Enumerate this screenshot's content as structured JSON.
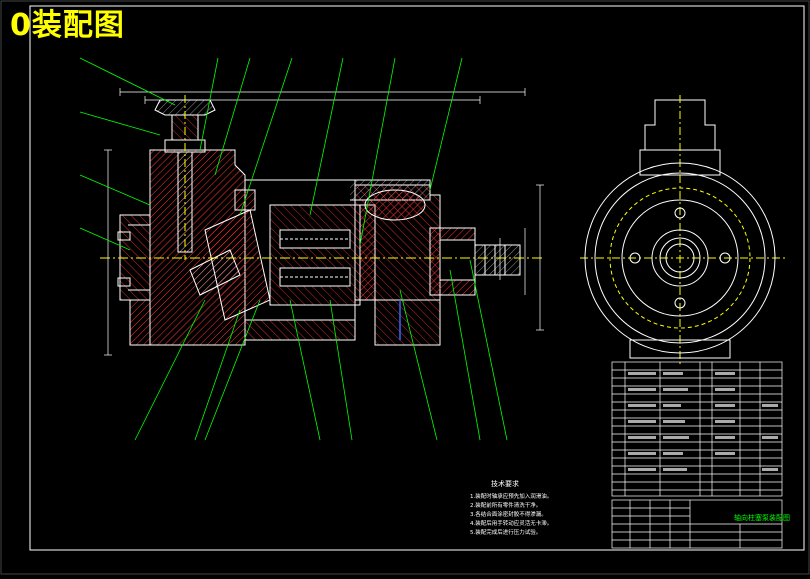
{
  "title": "0装配图",
  "notes": {
    "heading": "技术要求",
    "lines": [
      "1.装配时轴承应预先加入润滑油。",
      "2.装配前所有零件清洗干净。",
      "3.各结合面涂密封胶不得渗漏。",
      "4.装配后用手转动应灵活无卡滞。",
      "5.装配完成后进行压力试验。"
    ]
  },
  "title_block": {
    "drawing_name": "轴向柱塞泵装配图"
  },
  "colors": {
    "background": "#000000",
    "frame": "#ffffff",
    "outline": "#ffffff",
    "leader": "#00ff00",
    "center_line": "#ffff00",
    "hatch": "#ff3333",
    "dimension": "#ffffff",
    "title": "#ffff00"
  }
}
